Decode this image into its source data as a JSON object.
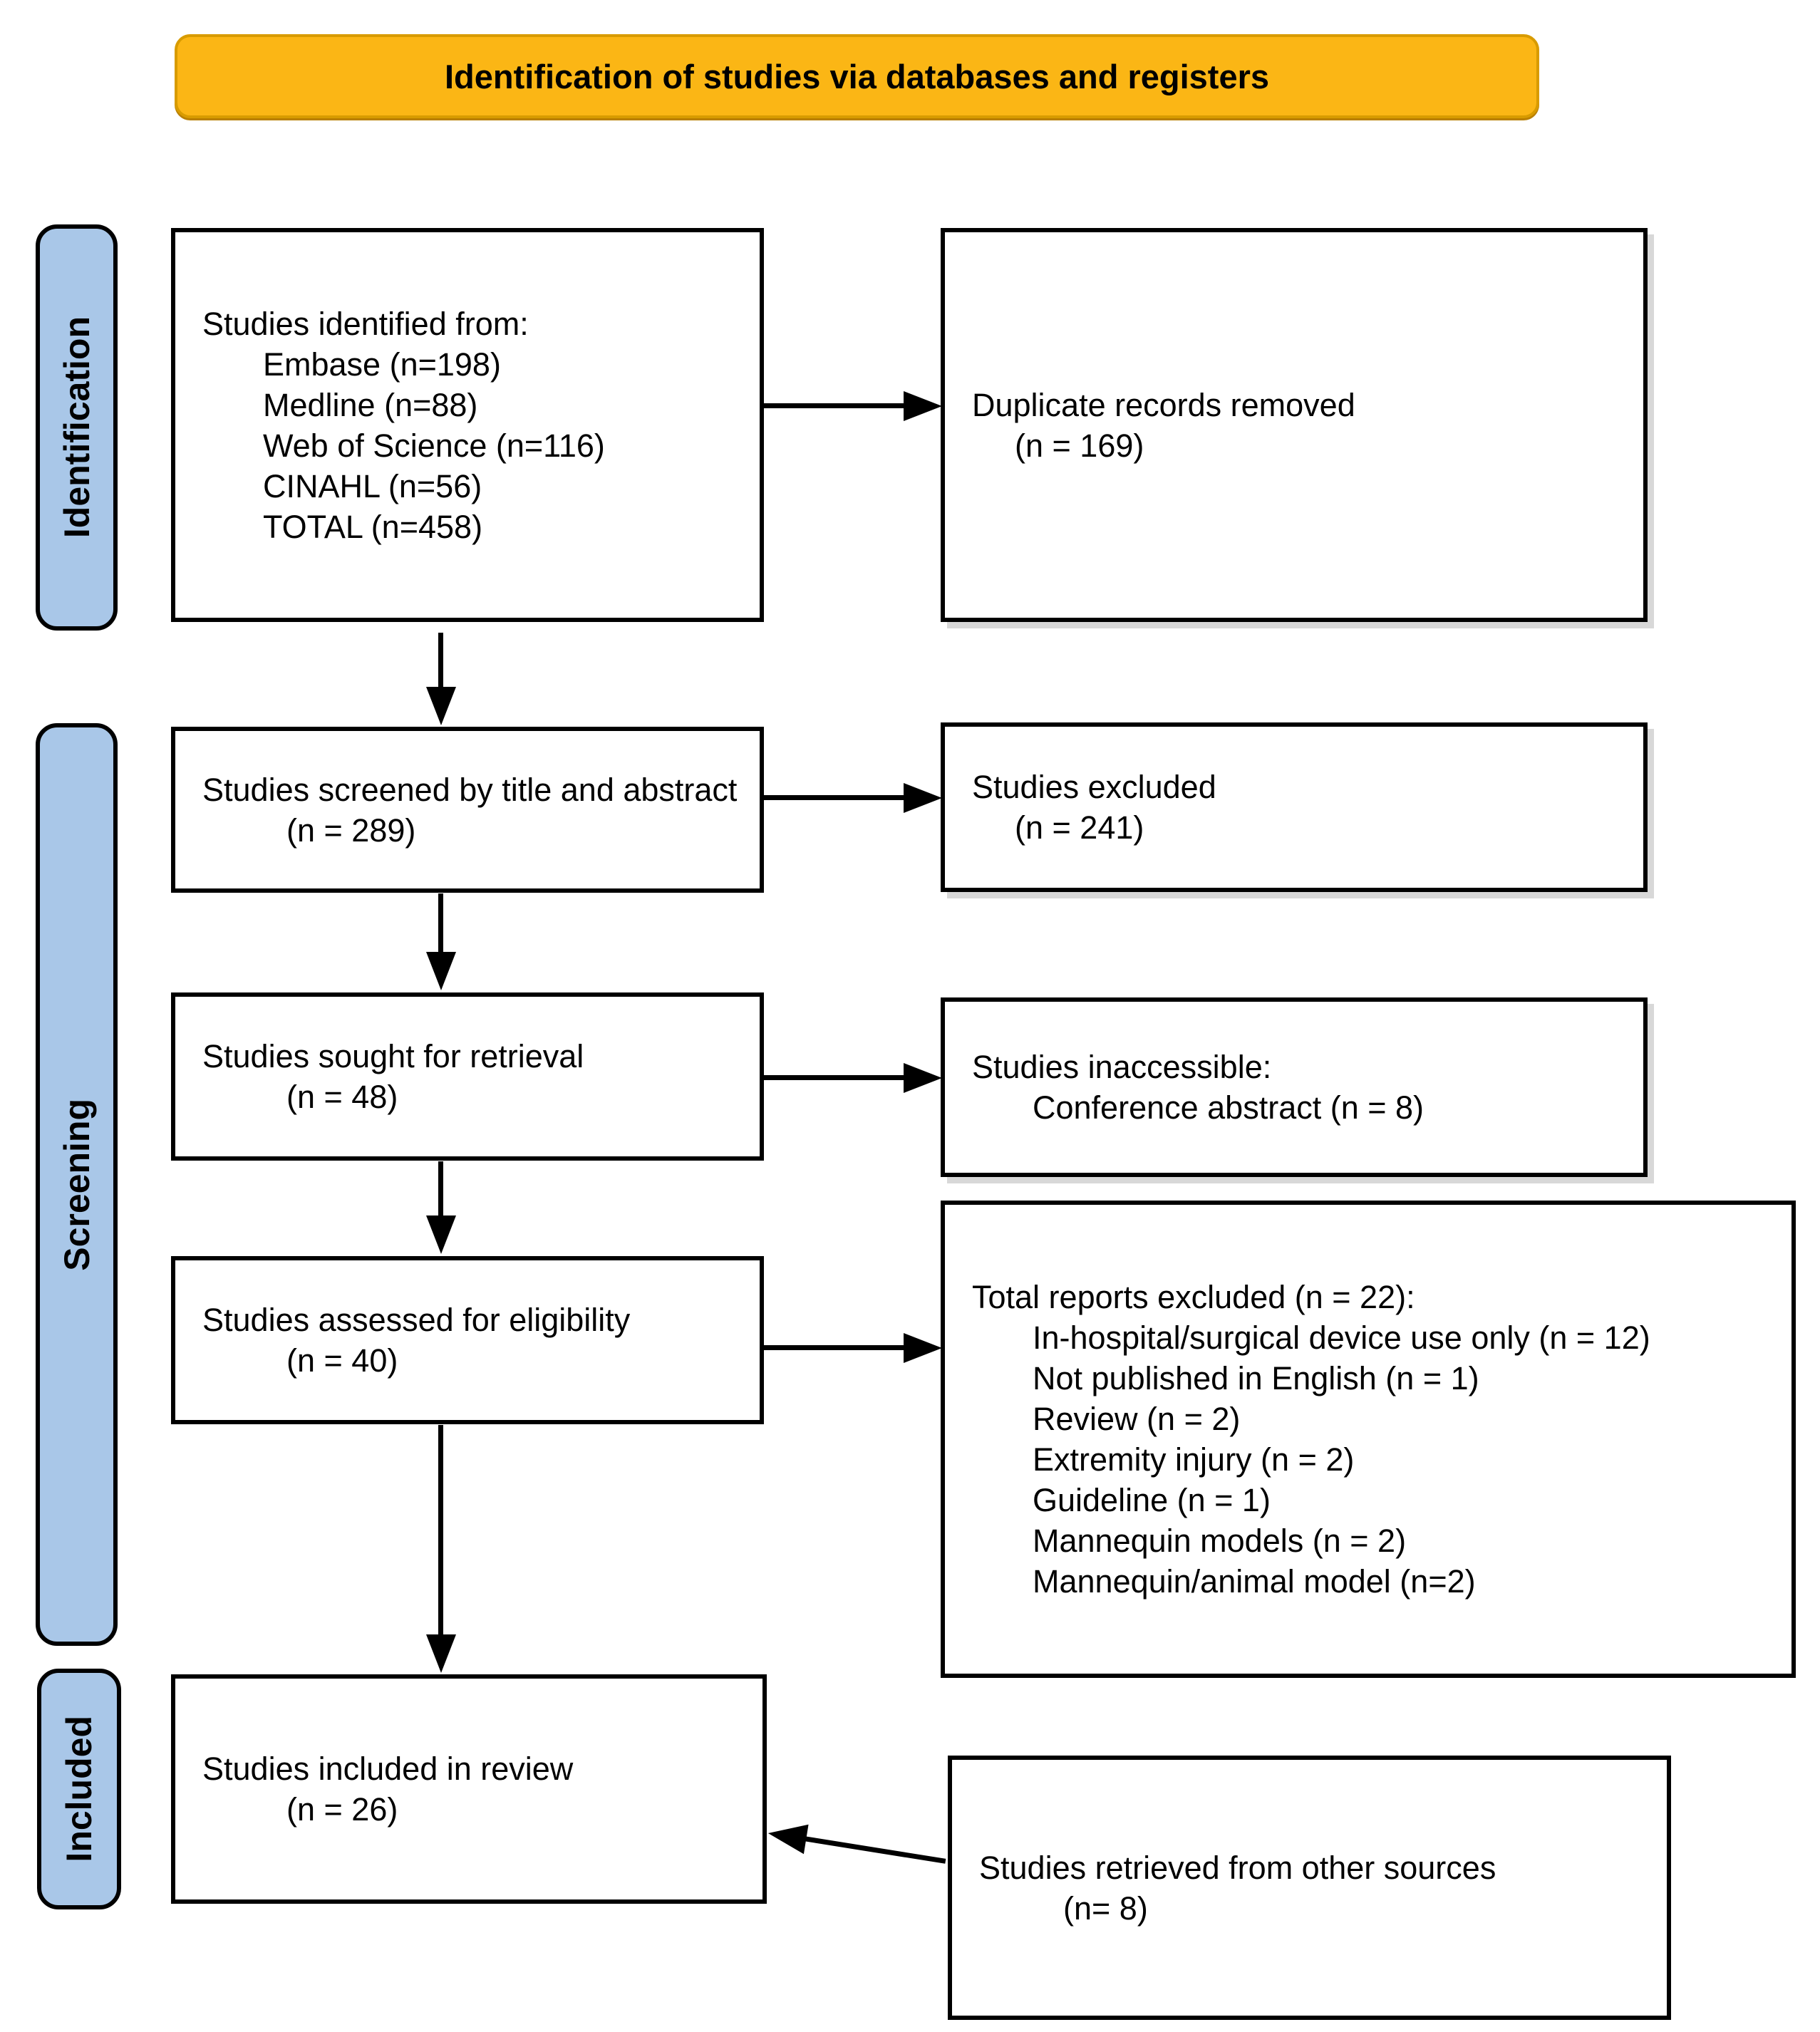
{
  "title_banner": {
    "label": "Identification of studies via databases and registers"
  },
  "stage_labels": {
    "identification": "Identification",
    "screening": "Screening",
    "included": "Included"
  },
  "boxes": {
    "identified": {
      "title": "Studies identified from:",
      "items": [
        "Embase (n=198)",
        "Medline (n=88)",
        "Web of Science (n=116)",
        "CINAHL (n=56)",
        "TOTAL (n=458)"
      ]
    },
    "duplicates_removed": {
      "title": "Duplicate records removed",
      "count": "(n = 169)"
    },
    "screened": {
      "title": "Studies screened by title and abstract",
      "count": "(n = 289)"
    },
    "excluded": {
      "title": "Studies excluded",
      "count": "(n = 241)"
    },
    "sought": {
      "title": "Studies sought for retrieval",
      "count": "(n = 48)"
    },
    "inaccessible": {
      "title": "Studies inaccessible:",
      "items": [
        "Conference abstract (n = 8)"
      ]
    },
    "assessed": {
      "title": "Studies assessed for eligibility",
      "count": "(n = 40)"
    },
    "reports_excluded": {
      "title": "Total reports excluded (n = 22):",
      "items": [
        "In-hospital/surgical device use only (n = 12)",
        "Not published in English (n = 1)",
        "Review (n = 2)",
        "Extremity injury (n = 2)",
        "Guideline (n = 1)",
        "Mannequin models (n = 2)",
        "Mannequin/animal model (n=2)"
      ]
    },
    "included_review": {
      "title": "Studies included in review",
      "count": "(n = 26)"
    },
    "other_sources": {
      "title": "Studies retrieved from other sources",
      "count": "(n= 8)"
    }
  },
  "colors": {
    "banner_fill": "#FBB615",
    "banner_border": "#D89B00",
    "stage_fill": "#A9C7E8",
    "box_border": "#000000",
    "text": "#000000"
  }
}
